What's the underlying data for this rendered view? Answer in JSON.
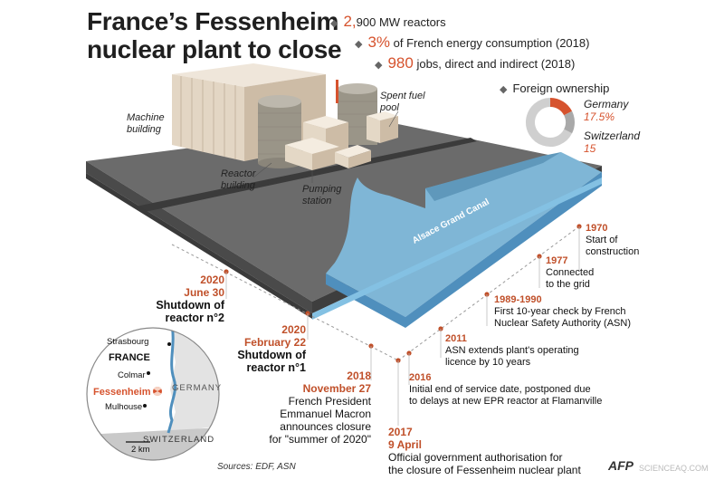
{
  "title": "France’s Fessenheim\nnuclear plant to close",
  "stats": [
    {
      "big": "2,",
      "text": "900 MW reactors"
    },
    {
      "big": "3%",
      "text": " of French energy consumption (2018)"
    },
    {
      "big": "980",
      "text": " jobs, direct and indirect (2018)"
    }
  ],
  "ownership": {
    "heading": "Foreign ownership",
    "germany_label": "Germany",
    "germany_value": "17.5%",
    "switzerland_label": "Switzerland",
    "switzerland_value": "15",
    "germany_share": 0.175,
    "switzerland_share": 0.15,
    "colors": {
      "germany": "#d6532e",
      "switzerland": "#a9a9a9",
      "rest": "#cfcfcf"
    }
  },
  "plant_labels": {
    "machine": "Machine\nbuilding",
    "reactor": "Reactor\nbuilding",
    "spent_fuel": "Spent fuel\npool",
    "pumping": "Pumping\nstation",
    "canal": "Alsace Grand Canal"
  },
  "timeline_right": [
    {
      "year": "1970",
      "text": "Start of\nconstruction"
    },
    {
      "year": "1977",
      "text": "Connected\nto the grid"
    },
    {
      "year": "1989-1990",
      "text": "First 10-year check by French\nNuclear Safety Authority (ASN)"
    },
    {
      "year": "2011",
      "text": "ASN extends plant's operating\nlicence by 10 years"
    },
    {
      "year": "2016",
      "text": "Initial end of service date, postponed due\nto delays at new EPR reactor at Flamanville"
    },
    {
      "year": "2017\n9 April",
      "text": "Official government authorisation for\nthe closure of Fessenheim nuclear plant"
    }
  ],
  "timeline_left": [
    {
      "year": "2020\nJune 30",
      "headline": "Shutdown of\nreactor n°2",
      "text": ""
    },
    {
      "year": "2020\nFebruary 22",
      "headline": "Shutdown of\nreactor n°1",
      "text": ""
    },
    {
      "year": "2018\nNovember 27",
      "headline": "",
      "text": "French President\nEmmanuel Macron\nannounces closure\nfor \"summer of 2020\""
    }
  ],
  "map": {
    "strasbourg": "Strasbourg",
    "france": "FRANCE",
    "colmar": "Colmar",
    "germany": "GERMANY",
    "fessenheim": "Fessenheim",
    "mulhouse": "Mulhouse",
    "switzerland": "SWITZERLAND",
    "scale": "2 km"
  },
  "sources": "Sources: EDF, ASN",
  "credit": "AFP",
  "watermark": "SCIENCEAQ.COM"
}
